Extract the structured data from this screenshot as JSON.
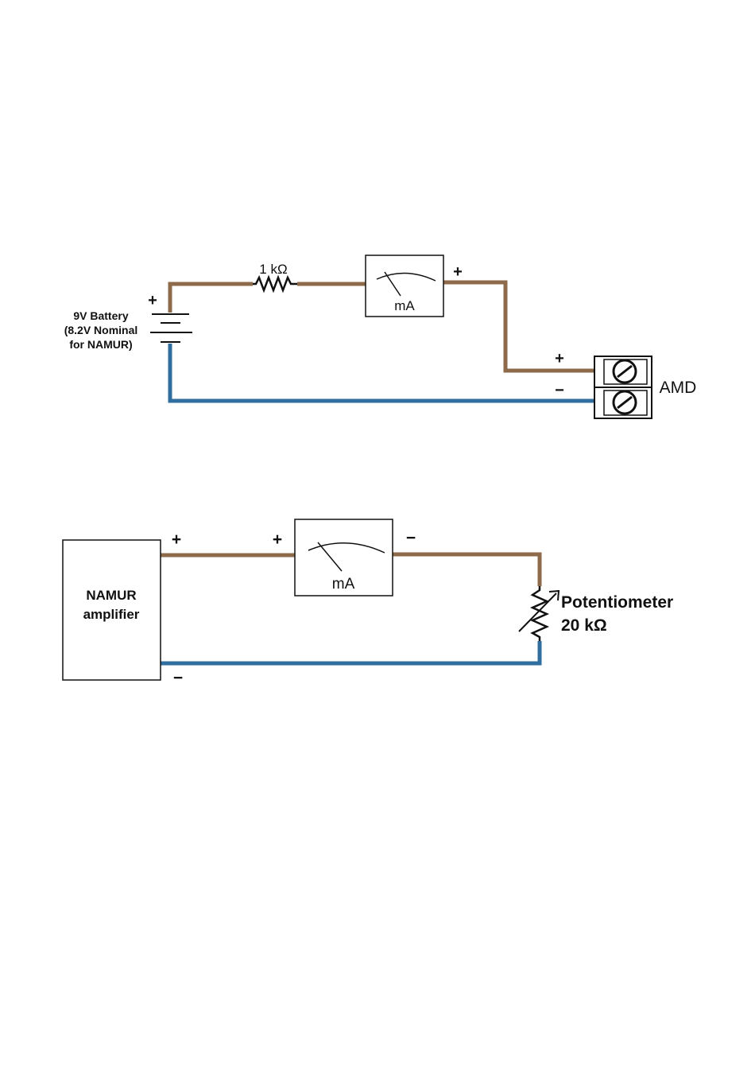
{
  "diagram1": {
    "battery_label": [
      "9V Battery",
      "(8.2V Nominal",
      "for NAMUR)"
    ],
    "battery_plus": "+",
    "resistor_label": "1 kΩ",
    "meter_label": "mA",
    "meter_plus": "+",
    "amd_plus": "+",
    "amd_minus": "−",
    "amd_label": "AMD"
  },
  "diagram2": {
    "amplifier_label": [
      "NAMUR",
      "amplifier"
    ],
    "amp_plus": "+",
    "amp_minus": "−",
    "meter_plus": "+",
    "meter_minus": "−",
    "meter_label": "mA",
    "potentiometer_label": [
      "Potentiometer",
      "20 kΩ"
    ]
  },
  "colors": {
    "positive_wire": "#8c6a4a",
    "negative_wire": "#2f6e9e"
  }
}
